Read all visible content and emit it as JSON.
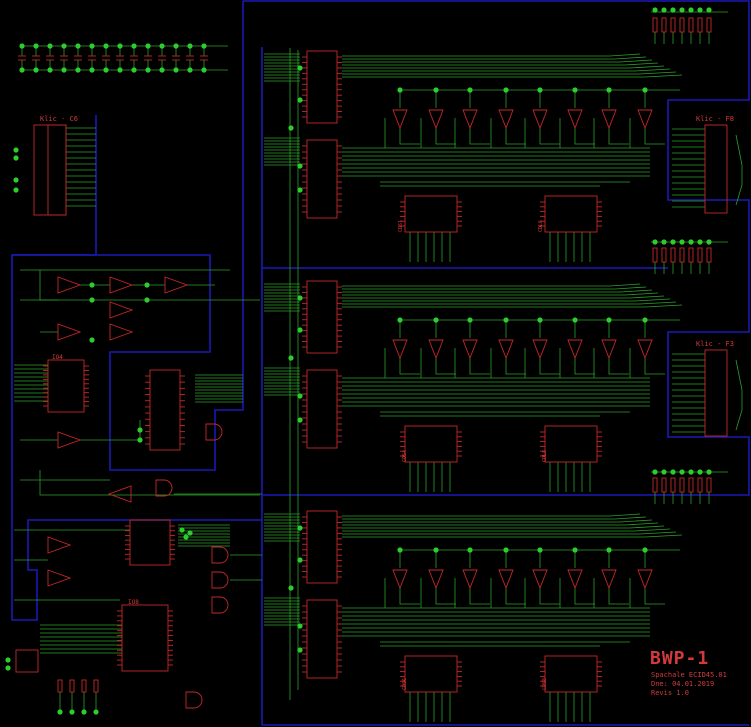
{
  "colors": {
    "background": "#000000",
    "wire": "#2aa12a",
    "component": "#c62828",
    "junction": "#2ccd2c",
    "border": "#1a1ab5",
    "text": "#d43a3a"
  },
  "connectors": {
    "left": "Klic - C6",
    "right_top": "Klic - F8",
    "right_mid": "Klic - F3"
  },
  "chips": {
    "u_left": "IO4",
    "u_bottom": "IO8"
  },
  "chip_labels": {
    "r1_a": "CDS1",
    "r1_b": "CDL6",
    "r2_a": "CDS4",
    "r2_b": "CDL8",
    "r3_a": "CDS6",
    "r3_b": "CDS8"
  },
  "title_block": {
    "title": "BWP-1",
    "line1": "Spachale ECID45.01",
    "line2": "Dne: 04.01.2019",
    "line3": "Revis 1.0"
  }
}
